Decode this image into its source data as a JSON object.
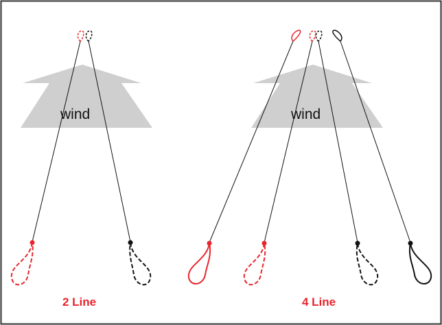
{
  "panels": [
    {
      "label": "2 Line",
      "wind_label": "wind",
      "lines": [
        {
          "color": "red",
          "handle_style": "dashed"
        },
        {
          "color": "black",
          "handle_style": "dashed"
        }
      ]
    },
    {
      "label": "4 Line",
      "wind_label": "wind",
      "lines": [
        {
          "color": "red",
          "handle_style": "solid"
        },
        {
          "color": "red",
          "handle_style": "dashed"
        },
        {
          "color": "black",
          "handle_style": "dashed"
        },
        {
          "color": "black",
          "handle_style": "solid"
        }
      ]
    }
  ],
  "colors": {
    "red": "#e8252c",
    "black": "#111111",
    "wind_arrow": "#cfcfcf",
    "border": "#333333"
  },
  "icons": [
    "wind-arrow-icon",
    "kite-line-loop-icon",
    "handle-loop-icon"
  ]
}
